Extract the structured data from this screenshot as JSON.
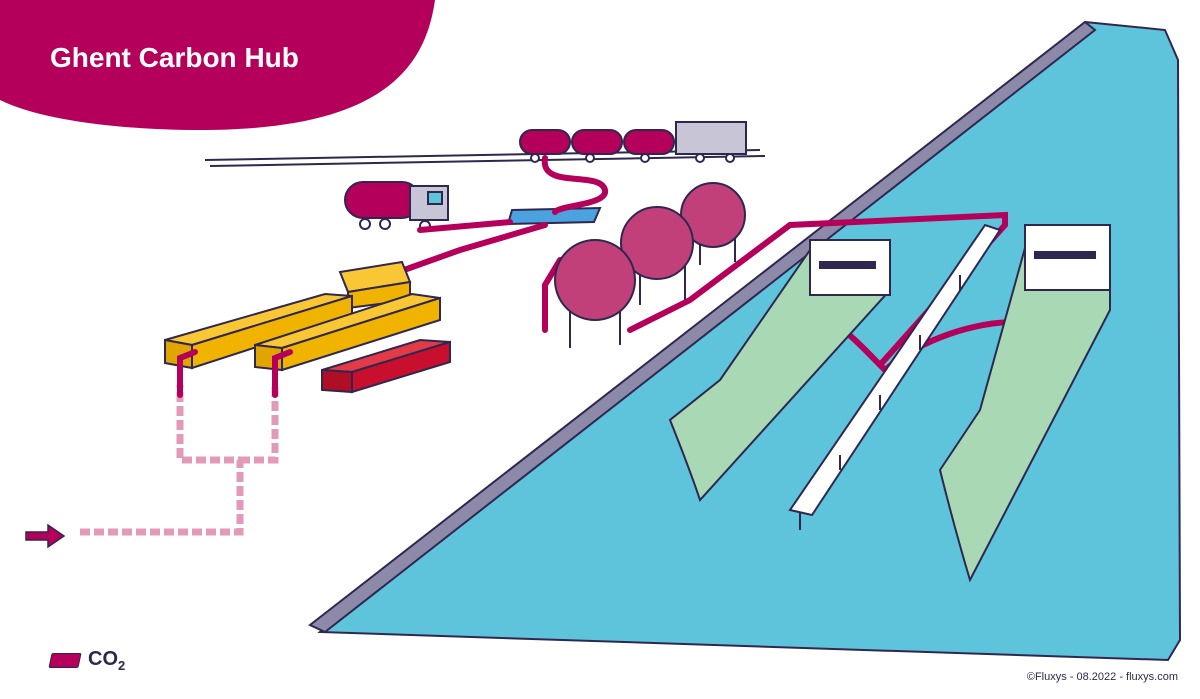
{
  "title": "Ghent Carbon Hub",
  "legend": {
    "label": "CO",
    "subscript": "2"
  },
  "credit": "©Fluxys - 08.2022 - fluxys.com",
  "icons": [
    "inflow-arrow-icon",
    "co2-swatch-icon"
  ],
  "colors": {
    "brand": "#b5005b",
    "water": "#5ec4dc",
    "hull": "#a8d8b4",
    "plant_yellow": "#f0b400",
    "plant_red": "#c8102e",
    "pipe_dashed": "#e39ab8",
    "outline": "#2f2750"
  }
}
